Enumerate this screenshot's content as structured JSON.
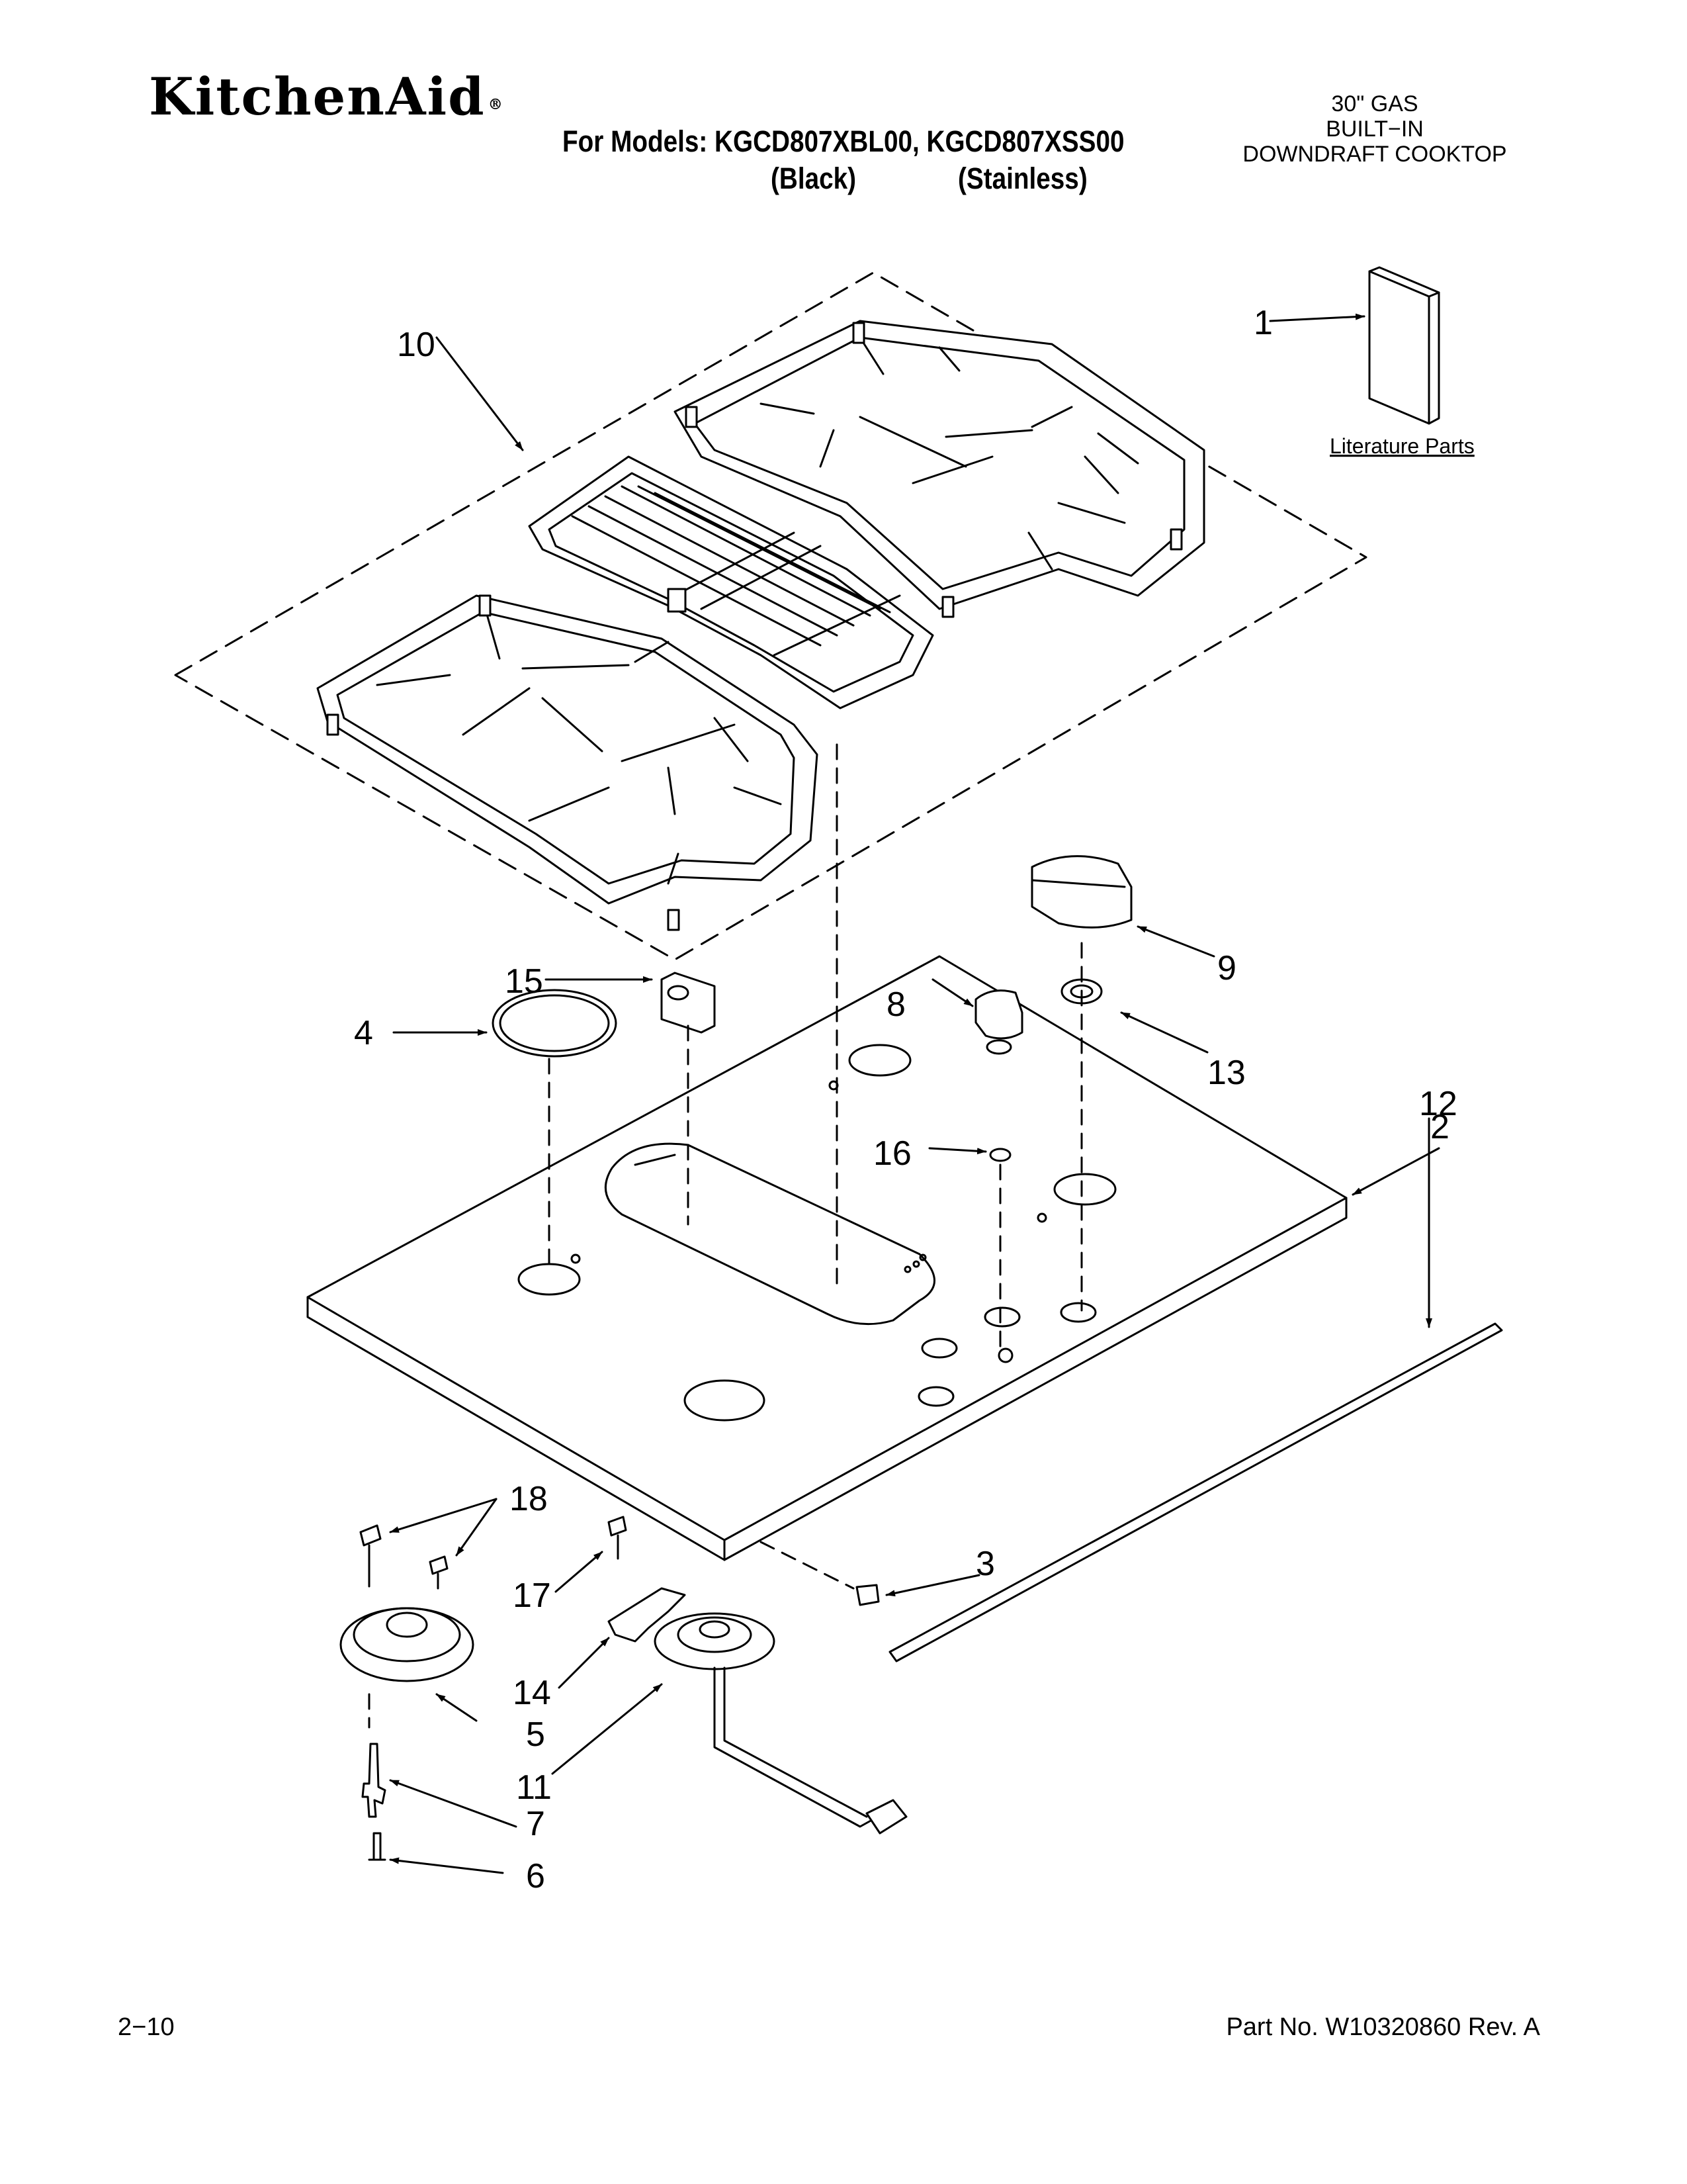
{
  "header": {
    "brand": "KitchenAid",
    "models_line": "For Models: KGCD807XBL00, KGCD807XSS00",
    "variant_black": "(Black)",
    "variant_stainless": "(Stainless)",
    "product_lines": [
      "30\" GAS",
      "BUILT−IN",
      "DOWNDRAFT COOKTOP"
    ]
  },
  "diagram": {
    "literature_label": "Literature Parts",
    "callouts": [
      "1",
      "2",
      "3",
      "4",
      "5",
      "6",
      "7",
      "8",
      "9",
      "10",
      "11",
      "12",
      "13",
      "14",
      "15",
      "16",
      "17",
      "18"
    ]
  },
  "footer": {
    "page_number": "2−10",
    "part_number": "Part No. W10320860 Rev. A"
  }
}
